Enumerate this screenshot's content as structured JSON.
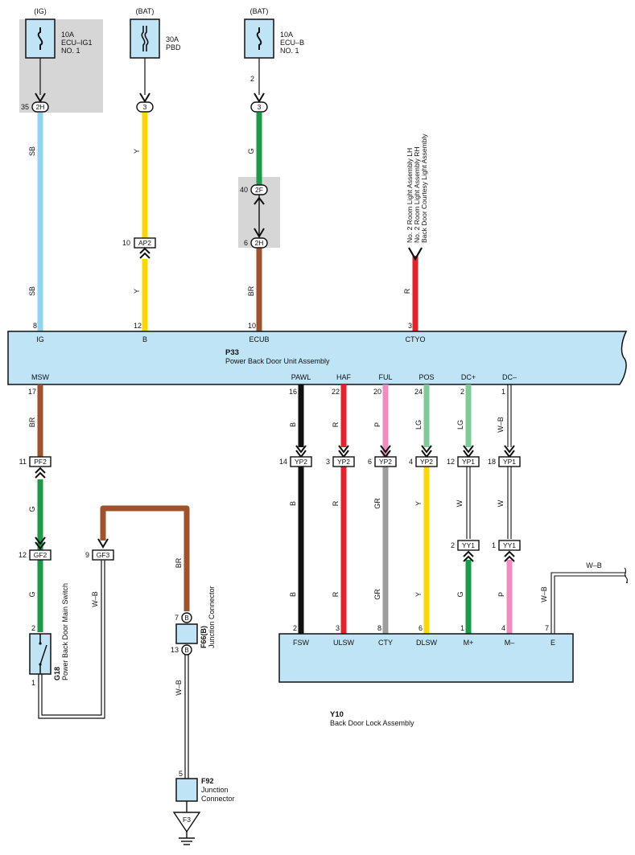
{
  "colors": {
    "SB": "#8fd3f2",
    "Y": "#ffd700",
    "G": "#1a9b48",
    "BR": "#a0522d",
    "R": "#e62129",
    "B": "#111111",
    "P": "#f08cc0",
    "LG": "#7ecb98",
    "GR": "#9d9d9d",
    "component": "#bfe4f5",
    "shade": "#d6d6d6"
  },
  "fuses": {
    "ig": {
      "source": "(IG)",
      "rating": "10A",
      "name1": "ECU–IG1",
      "name2": "NO. 1"
    },
    "pbd": {
      "source": "(BAT)",
      "rating": "30A",
      "name1": "PBD"
    },
    "ecub": {
      "source": "(BAT)",
      "rating": "10A",
      "name1": "ECU–B",
      "name2": "NO. 1",
      "pin": "2"
    }
  },
  "connectors": {
    "c2h_top": {
      "label": "2H",
      "pin": "35"
    },
    "c3_a": {
      "label": "3"
    },
    "c3_b": {
      "label": "3"
    },
    "c2f": {
      "label": "2F",
      "pin": "40"
    },
    "c2h_bot": {
      "label": "2H",
      "pin": "6"
    },
    "ap2": {
      "label": "AP2",
      "pin": "10"
    },
    "pf2": {
      "label": "PF2",
      "pin": "11"
    },
    "gf2": {
      "label": "GF2",
      "pin": "12"
    },
    "gf3": {
      "label": "GF3",
      "pin": "9"
    },
    "yp2_b": {
      "label": "YP2",
      "pin": "14"
    },
    "yp2_r": {
      "label": "YP2",
      "pin": "3"
    },
    "yp2_gr": {
      "label": "YP2",
      "pin": "6"
    },
    "yp2_y": {
      "label": "YP2",
      "pin": "4"
    },
    "yp1_w1": {
      "label": "YP1",
      "pin": "12"
    },
    "yp1_w2": {
      "label": "YP1",
      "pin": "18"
    },
    "yy1_g": {
      "label": "YY1",
      "pin": "2"
    },
    "yy1_p": {
      "label": "YY1",
      "pin": "1"
    }
  },
  "wires": {
    "sb1": "SB",
    "sb2": "SB",
    "y1": "Y",
    "y2": "Y",
    "g1": "G",
    "br1": "BR",
    "r_ctyo": "R",
    "br_msw": "BR",
    "g_pf": "G",
    "g_gf": "G",
    "wb_gf3": "W–B",
    "br_loop": "BR",
    "wb_f66": "W–B",
    "b1": "B",
    "b2": "B",
    "b3": "B",
    "r1": "R",
    "r2": "R",
    "r3": "R",
    "p1": "P",
    "gr1": "GR",
    "gr2": "GR",
    "lg1": "LG",
    "y3": "Y",
    "y4": "Y",
    "lg2": "LG",
    "w1": "W",
    "w2": "W",
    "wb1": "W–B",
    "w3": "W",
    "w4": "W",
    "g2": "G",
    "p2": "P",
    "wb_e": "W–B",
    "wb_e2": "W–B"
  },
  "p33": {
    "code": "P33",
    "name": "Power Back Door Unit Assembly",
    "top_pins": [
      {
        "num": "8",
        "name": "IG"
      },
      {
        "num": "12",
        "name": "B"
      },
      {
        "num": "10",
        "name": "ECUB"
      },
      {
        "num": "3",
        "name": "CTYO"
      }
    ],
    "bottom_pins": [
      {
        "num": "17",
        "name": "MSW"
      },
      {
        "num": "16",
        "name": "PAWL"
      },
      {
        "num": "22",
        "name": "HAF"
      },
      {
        "num": "20",
        "name": "FUL"
      },
      {
        "num": "24",
        "name": "POS"
      },
      {
        "num": "2",
        "name": "DC+"
      },
      {
        "num": "1",
        "name": "DC–"
      }
    ]
  },
  "room_light_labels": [
    "No. 2 Room Light Assembly LH",
    "No. 2 Room Light Assembly RH",
    "Back Door Courtesy Light Assembly"
  ],
  "g18": {
    "code": "G18",
    "name": "Power Back Door Main Switch",
    "pin_top": "2",
    "pin_bot": "1"
  },
  "f66": {
    "code": "F66(B)",
    "name": "Junction Connector",
    "pin_top": "7",
    "pin_bot": "13",
    "letter": "B"
  },
  "f92": {
    "code": "F92",
    "name1": "Junction",
    "name2": "Connector",
    "pin": "5"
  },
  "ground": {
    "label": "F3"
  },
  "y10": {
    "code": "Y10",
    "name": "Back Door Lock Assembly",
    "pins": [
      {
        "num": "2",
        "name": "FSW"
      },
      {
        "num": "3",
        "name": "ULSW"
      },
      {
        "num": "8",
        "name": "CTY"
      },
      {
        "num": "6",
        "name": "DLSW"
      },
      {
        "num": "1",
        "name": "M+"
      },
      {
        "num": "4",
        "name": "M–"
      },
      {
        "num": "7",
        "name": "E"
      }
    ]
  }
}
